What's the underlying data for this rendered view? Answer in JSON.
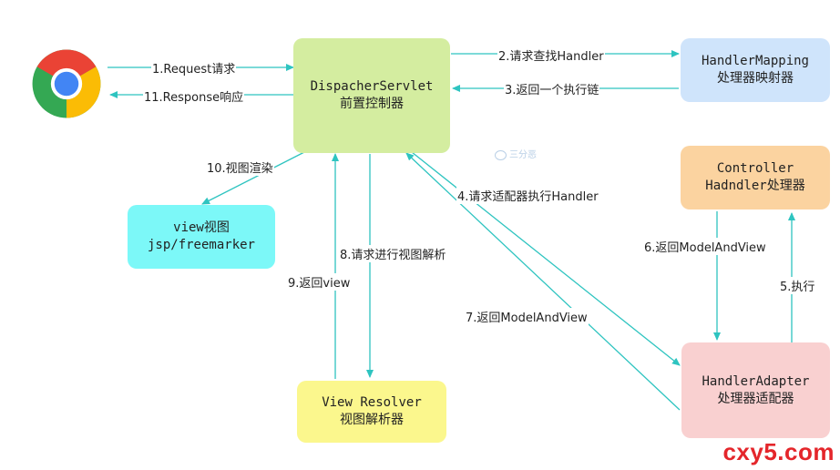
{
  "diagram": {
    "nodes": {
      "dispatcher": {
        "line1": "DispacherServlet",
        "line2": "前置控制器",
        "color": "#d4eda0"
      },
      "handler_mapping": {
        "line1": "HandlerMapping",
        "line2": "处理器映射器",
        "color": "#cfe4fb"
      },
      "controller": {
        "line1": "Controller",
        "line2": "Hadndler处理器",
        "color": "#fbd3a0"
      },
      "handler_adapter": {
        "line1": "HandlerAdapter",
        "line2": "处理器适配器",
        "color": "#f9d0d0"
      },
      "view_jsp": {
        "line1": "view视图",
        "line2": "jsp/freemarker",
        "color": "#7cf8f8"
      },
      "view_resolver": {
        "line1": "View Resolver",
        "line2": "视图解析器",
        "color": "#fbf78d"
      }
    },
    "edges": {
      "e1": "1.Request请求",
      "e2": "2.请求查找Handler",
      "e3": "3.返回一个执行链",
      "e4": "4.请求适配器执行Handler",
      "e5": "5.执行",
      "e6": "6.返回ModelAndView",
      "e7": "7.返回ModelAndView",
      "e8": "8.请求进行视图解析",
      "e9": "9.返回view",
      "e10": "10.视图渲染",
      "e11": "11.Response响应"
    },
    "arrow_color": "#2ec4c0",
    "browser_icon": "chrome-browser-icon"
  },
  "watermark": {
    "text": "三分恶"
  },
  "brand": {
    "text": "cxy5.com",
    "color": "#e4262b"
  }
}
